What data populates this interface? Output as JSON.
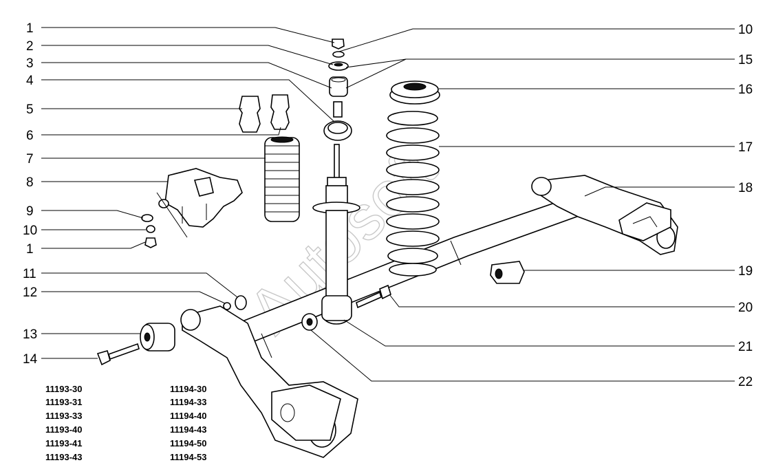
{
  "watermark": "Autosoft",
  "callouts_left": [
    "1",
    "2",
    "3",
    "4",
    "5",
    "6",
    "7",
    "8",
    "9",
    "10",
    "1",
    "11",
    "12",
    "13",
    "14"
  ],
  "callouts_right": [
    "10",
    "15",
    "16",
    "17",
    "18",
    "19",
    "20",
    "21",
    "22"
  ],
  "models_col1": [
    "11193-30",
    "11193-31",
    "11193-33",
    "11193-40",
    "11193-41",
    "11193-43"
  ],
  "models_col2": [
    "11194-30",
    "11194-33",
    "11194-40",
    "11194-43",
    "11194-50",
    "11194-53"
  ]
}
